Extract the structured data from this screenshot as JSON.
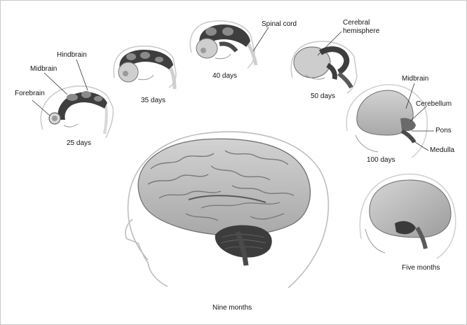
{
  "stage_labels": {
    "days25": "25 days",
    "days35": "35 days",
    "days40": "40 days",
    "days50": "50 days",
    "days100": "100 days",
    "five_months": "Five months",
    "nine_months": "Nine months"
  },
  "structure_labels": {
    "forebrain": "Forebrain",
    "midbrain": "Midbrain",
    "hindbrain": "Hindbrain",
    "spinal_cord": "Spinal cord",
    "cerebral_hemisphere_line1": "Cerebral",
    "cerebral_hemisphere_line2": "hemisphere",
    "midbrain_100": "Midbrain",
    "cerebellum": "Cerebellum",
    "pons": "Pons",
    "medulla": "Medulla"
  },
  "colors": {
    "brain_light": "#bdbdbd",
    "brain_mid": "#9a9a9a",
    "brain_dark": "#3c3c3c",
    "outline": "#555555",
    "background": "#ffffff"
  }
}
